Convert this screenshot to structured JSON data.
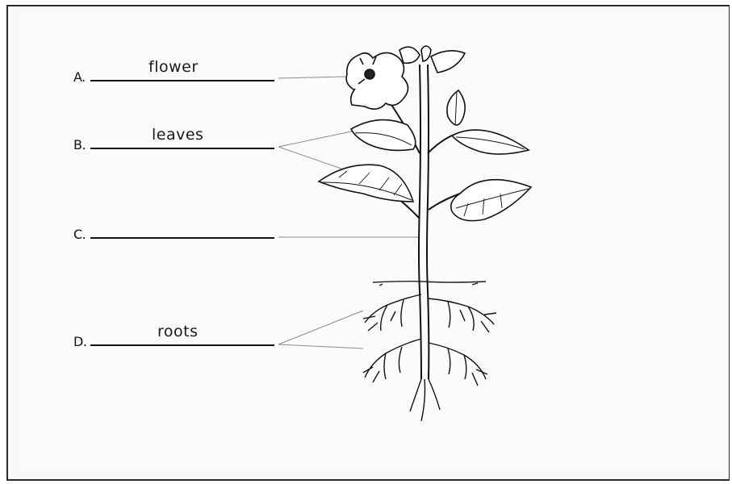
{
  "labels": [
    {
      "letter": "A.",
      "answer": "flower"
    },
    {
      "letter": "B.",
      "answer": "leaves"
    },
    {
      "letter": "C.",
      "answer": ""
    },
    {
      "letter": "D.",
      "answer": "roots"
    }
  ]
}
